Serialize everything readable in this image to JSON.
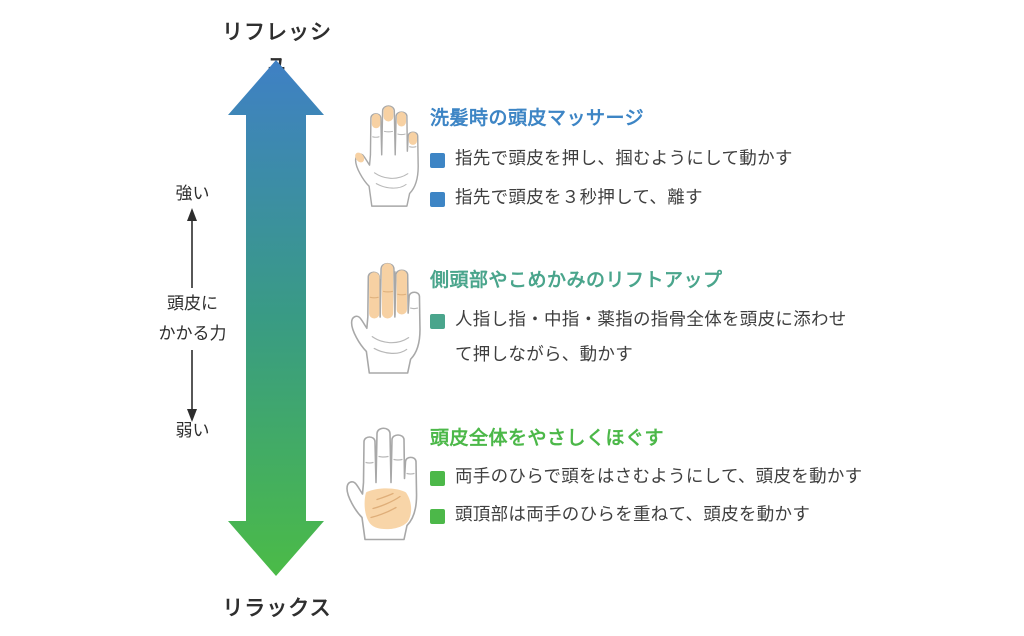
{
  "axis": {
    "top_label": "リフレッシュ",
    "bottom_label": "リラックス",
    "scale": {
      "strong": "強い",
      "label_line1": "頭皮に",
      "label_line2": "かかる力",
      "weak": "弱い"
    }
  },
  "colors": {
    "arrow_gradient_top": "#3F80C5",
    "arrow_gradient_middle": "#399B84",
    "arrow_gradient_bottom": "#4BBB47",
    "section1_accent": "#3D85C5",
    "section2_accent": "#4AA58C",
    "section3_accent": "#4CB849",
    "body_text": "#3F3F3F",
    "hand_highlight": "#F7D1A3"
  },
  "sections": [
    {
      "title": "洗髪時の頭皮マッサージ",
      "hand_icon": "hand-fingertips-highlighted-icon",
      "bullets": [
        "指先で頭皮を押し、掴むようにして動かす",
        "指先で頭皮を３秒押して、離す"
      ]
    },
    {
      "title": "側頭部やこめかみのリフトアップ",
      "hand_icon": "hand-three-fingers-highlighted-icon",
      "bullets": [
        "人指し指・中指・薬指の指骨全体を頭皮に添わせて押しながら、動かす"
      ]
    },
    {
      "title": "頭皮全体をやさしくほぐす",
      "hand_icon": "hand-palm-highlighted-icon",
      "bullets": [
        "両手のひらで頭をはさむようにして、頭皮を動かす",
        "頭頂部は両手のひらを重ねて、頭皮を動かす"
      ]
    }
  ]
}
